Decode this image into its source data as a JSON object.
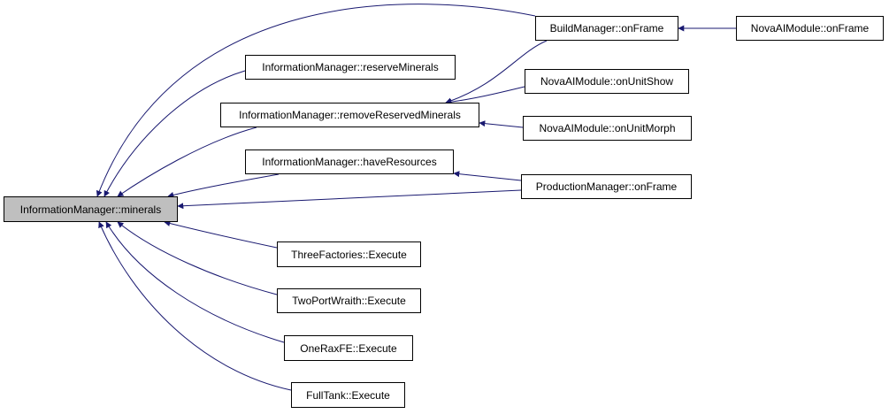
{
  "graph": {
    "edge_color": "#191970",
    "focus_fill": "#bfbfbf",
    "nodes": {
      "focus": "InformationManager::minerals",
      "build_manager": "BuildManager::onFrame",
      "nova_on_frame": "NovaAIModule::onFrame",
      "reserve_minerals": "InformationManager::reserveMinerals",
      "remove_reserved": "InformationManager::removeReservedMinerals",
      "nova_on_unit_show": "NovaAIModule::onUnitShow",
      "nova_on_unit_morph": "NovaAIModule::onUnitMorph",
      "have_resources": "InformationManager::haveResources",
      "production_manager": "ProductionManager::onFrame",
      "three_factories": "ThreeFactories::Execute",
      "two_port_wraith": "TwoPortWraith::Execute",
      "one_rax_fe": "OneRaxFE::Execute",
      "full_tank": "FullTank::Execute"
    }
  }
}
